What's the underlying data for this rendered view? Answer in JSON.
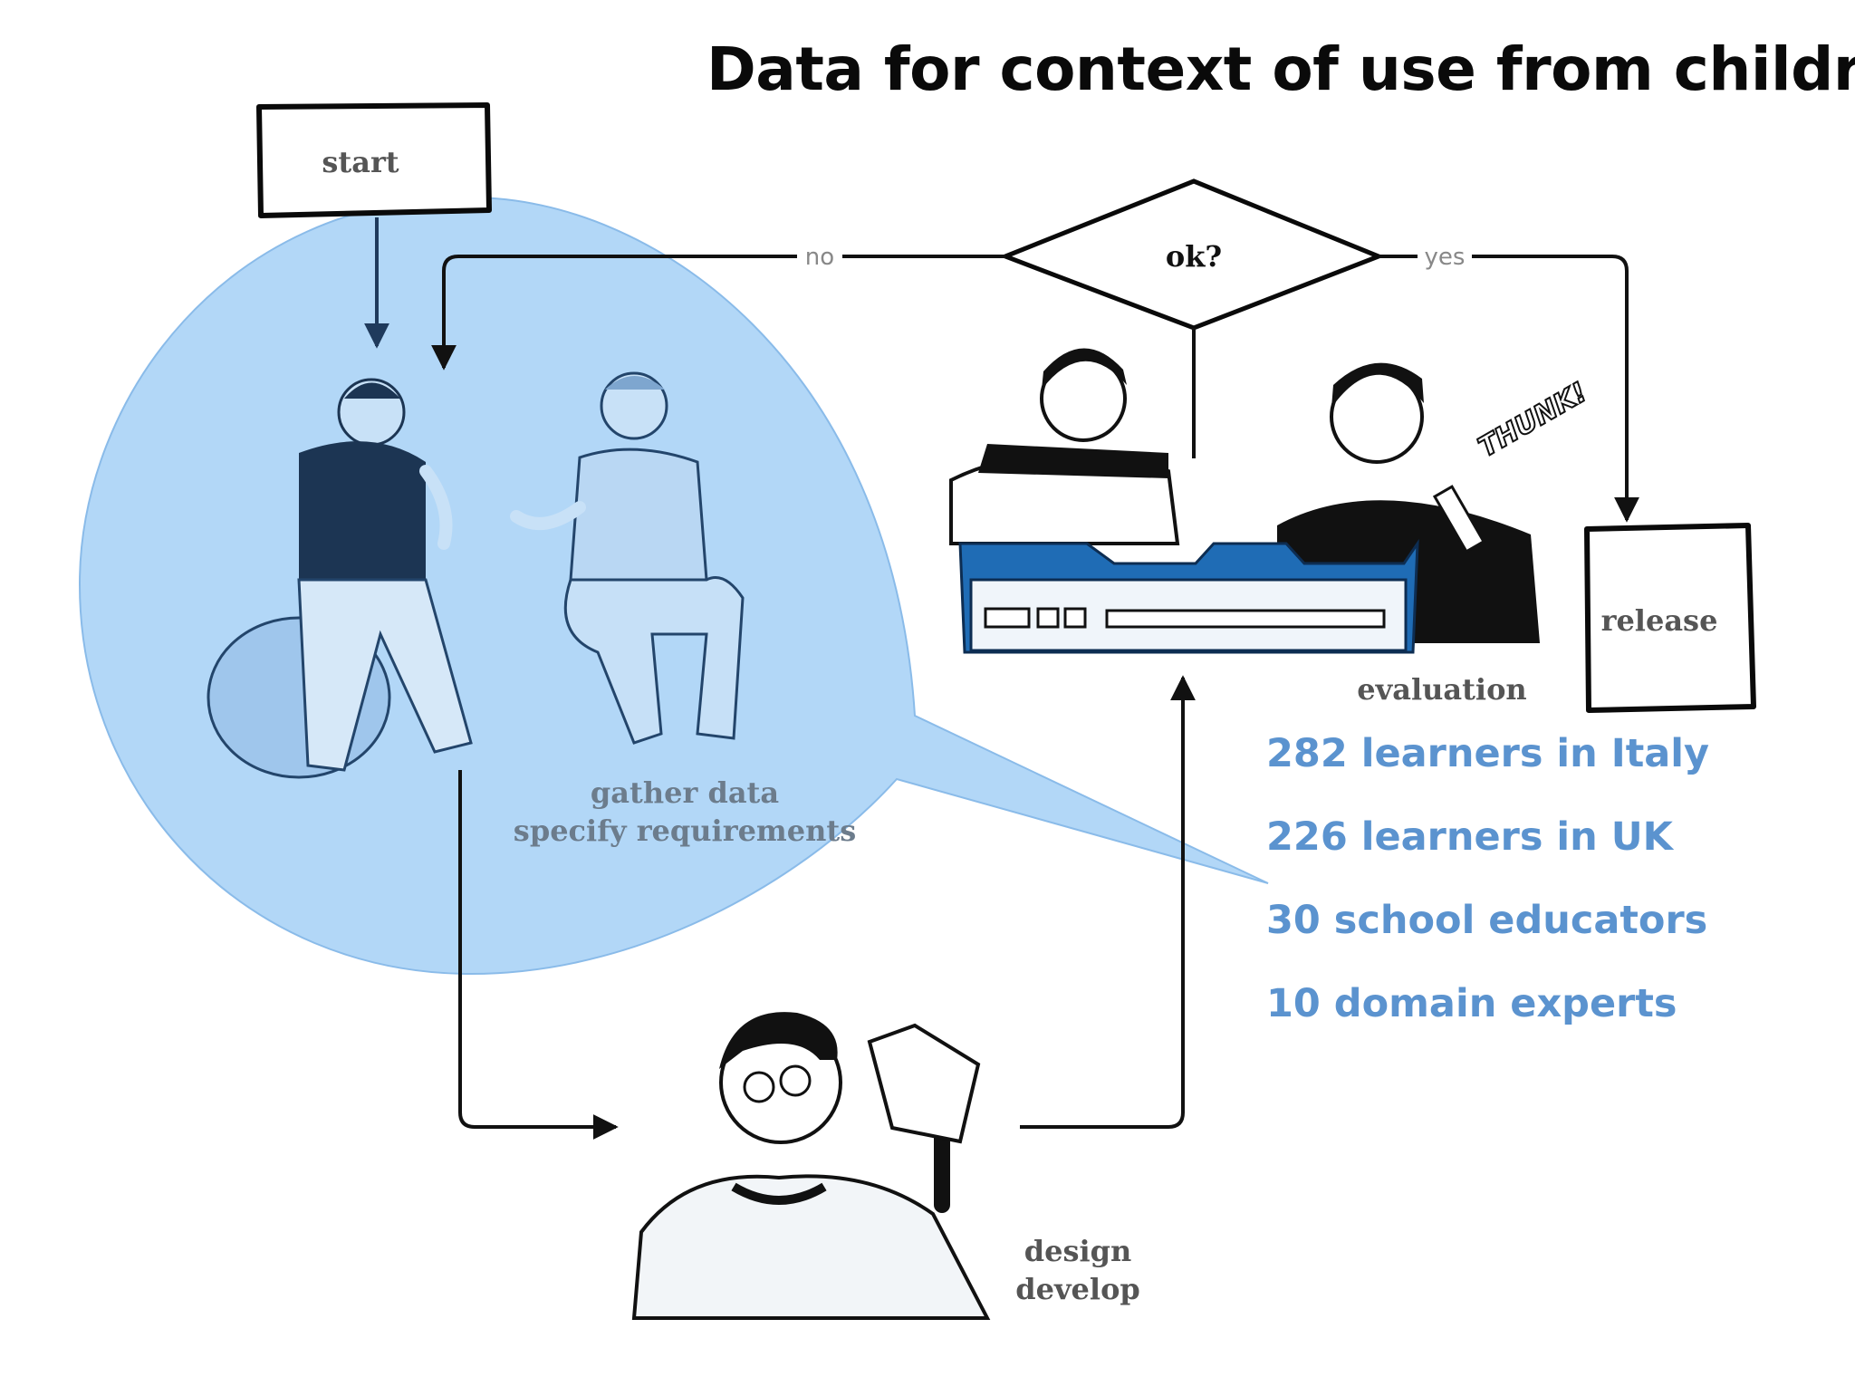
{
  "title": "Data for context of use from children",
  "flow": {
    "start": "start",
    "decision": "ok?",
    "no": "no",
    "yes": "yes",
    "release": "release",
    "gather": [
      "gather data",
      "specify requirements"
    ],
    "design": [
      "design",
      "develop"
    ],
    "evaluation": "evaluation"
  },
  "stats": [
    "282 learners in Italy",
    "226 learners in UK",
    "30 school educators",
    "10 domain experts"
  ],
  "illustration": {
    "sound_effect": "THUNK!"
  },
  "colors": {
    "bubble": "#aed5f7",
    "stat_text": "#5b93cf",
    "line": "#111111",
    "arrow_blue": "#1f3a5c"
  }
}
